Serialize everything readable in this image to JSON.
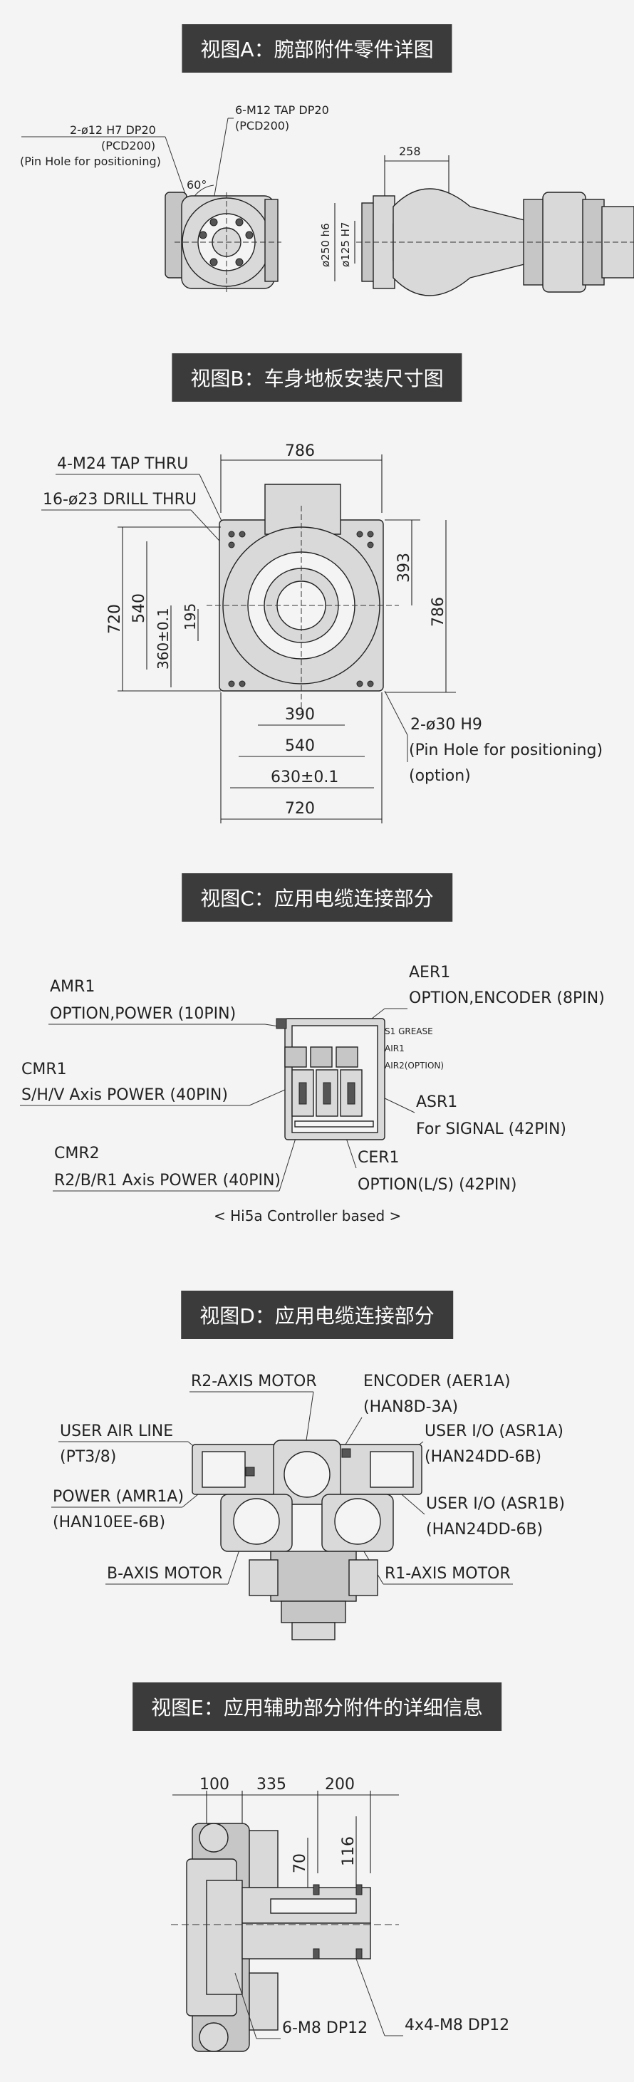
{
  "sectionA": {
    "title": "视图A：腕部附件零件详图",
    "pin_hole": "2-ø12 H7 DP20",
    "pin_pcd": "(PCD200)",
    "pin_note": "(Pin Hole for positioning)",
    "tap": "6-M12 TAP DP20",
    "tap_pcd": "(PCD200)",
    "angle": "60°",
    "width": "258",
    "dia_outer": "ø250 h6",
    "dia_inner": "ø125 H7"
  },
  "sectionB": {
    "title": "视图B：车身地板安装尺寸图",
    "tap_thru": "4-M24 TAP THRU",
    "drill_thru": "16-ø23 DRILL THRU",
    "top_786": "786",
    "right_393": "393",
    "right_786": "786",
    "left_720": "720",
    "left_540": "540",
    "left_360": "360±0.1",
    "left_195": "195",
    "bot_390": "390",
    "bot_540": "540",
    "bot_630": "630±0.1",
    "bot_720": "720",
    "pin": "2-ø30 H9",
    "pin_note": "(Pin Hole for positioning)",
    "option": "(option)"
  },
  "sectionC": {
    "title": "视图C：应用电缆连接部分",
    "amr1": "AMR1",
    "amr1_desc": "OPTION,POWER (10PIN)",
    "aer1": "AER1",
    "aer1_desc": "OPTION,ENCODER (8PIN)",
    "cmr1": "CMR1",
    "cmr1_desc": "S/H/V Axis POWER (40PIN)",
    "asr1": "ASR1",
    "asr1_desc": "For SIGNAL (42PIN)",
    "cmr2": "CMR2",
    "cmr2_desc": "R2/B/R1 Axis POWER (40PIN)",
    "cer1": "CER1",
    "cer1_desc": "OPTION(L/S) (42PIN)",
    "s1_grease": "S1 GREASE",
    "air1": "AIR1",
    "air2": "AIR2(OPTION)",
    "caption": "< Hi5a Controller based >"
  },
  "sectionD": {
    "title": "视图D：应用电缆连接部分",
    "r2_motor": "R2-AXIS MOTOR",
    "encoder": "ENCODER (AER1A)",
    "encoder_type": "(HAN8D-3A)",
    "user_air": "USER AIR LINE",
    "user_air_type": "(PT3/8)",
    "user_io_a": "USER I/O (ASR1A)",
    "user_io_a_type": "(HAN24DD-6B)",
    "power": "POWER (AMR1A)",
    "power_type": "(HAN10EE-6B)",
    "user_io_b": "USER I/O (ASR1B)",
    "user_io_b_type": "(HAN24DD-6B)",
    "b_motor": "B-AXIS MOTOR",
    "r1_motor": "R1-AXIS MOTOR"
  },
  "sectionE": {
    "title": "视图E：应用辅助部分附件的详细信息",
    "d100": "100",
    "d335": "335",
    "d200": "200",
    "d70": "70",
    "d116": "116",
    "m8_6": "6-M8 DP12",
    "m8_4x4": "4x4-M8 DP12"
  }
}
